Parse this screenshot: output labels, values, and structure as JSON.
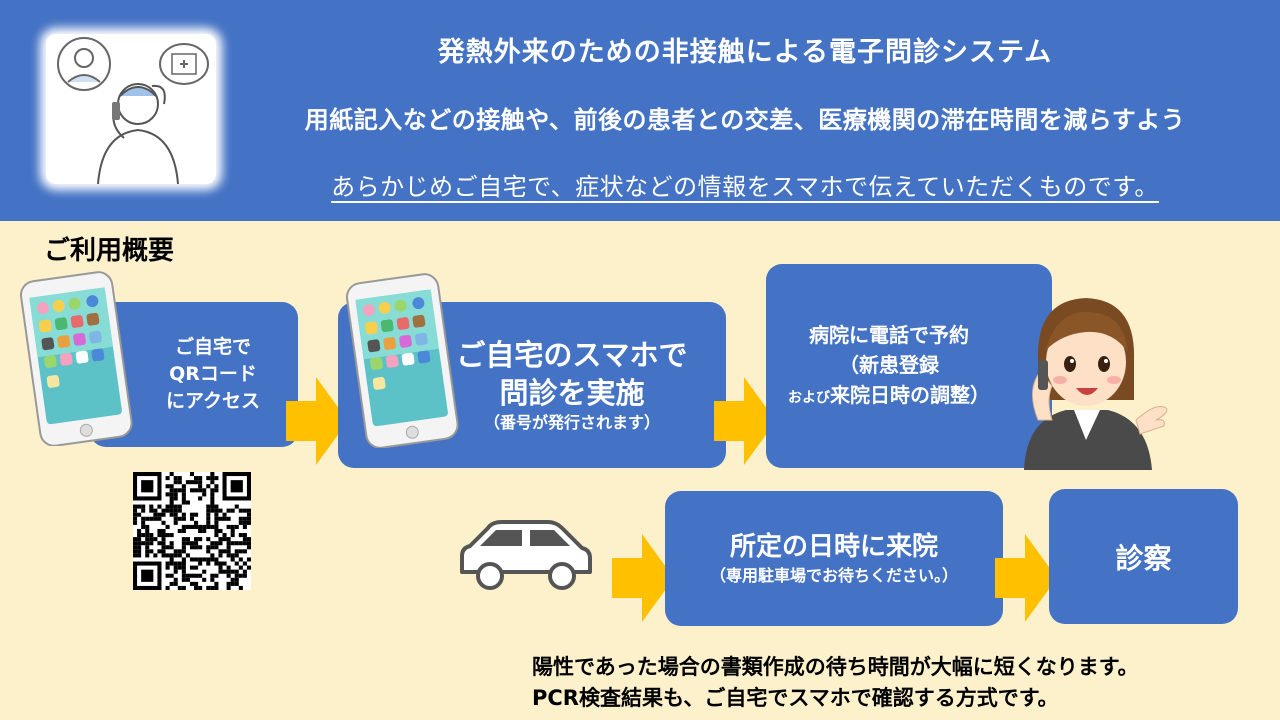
{
  "header": {
    "title": "発熱外来のための非接触による電子問診システム",
    "line2": "用紙記入などの接触や、前後の患者との交差、医療機関の滞在時間を減らすよう",
    "line3": "あらかじめご自宅で、症状などの情報をスマホで伝えていただくものです。",
    "illustration_icon": "doctor-phone-consultation-icon"
  },
  "overview": {
    "title": "ご利用概要"
  },
  "steps": {
    "step1": {
      "line1": "ご自宅で",
      "line2": "QRコード",
      "line3": "にアクセス"
    },
    "step2": {
      "line1": "ご自宅のスマホで",
      "line2": "問診を実施",
      "note": "（番号が発行されます）"
    },
    "step3": {
      "line1": "病院に電話で予約",
      "line2": "（新患登録",
      "line3_small": "および",
      "line3": "来院日時の調整）"
    },
    "step4": {
      "line1": "所定の日時に来院",
      "note": "（専用駐車場でお待ちください。）"
    },
    "step5": {
      "line1": "診察"
    }
  },
  "icons": {
    "phone": "smartphone-icon",
    "qr": "qr-code-icon",
    "car": "car-icon",
    "receptionist": "receptionist-icon",
    "arrow": "arrow-right-icon"
  },
  "footer": {
    "line1": "陽性であった場合の書類作成の待ち時間が大幅に短くなります。",
    "line2": "PCR検査結果も、ご自宅でスマホで確認する方式です。"
  },
  "colors": {
    "header_bg": "#4472c4",
    "page_bg": "#fdf1cc",
    "box_bg": "#4472c4",
    "arrow": "#ffc000"
  }
}
